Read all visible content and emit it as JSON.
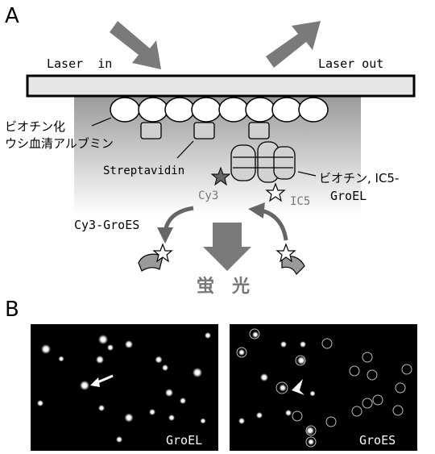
{
  "panel_labels": {
    "a": "A",
    "b": "B"
  },
  "laser": {
    "in_label": "Laser  in",
    "out_label": "Laser out"
  },
  "labels": {
    "bsa_line1": "ビオチン化",
    "bsa_line2": "ウシ血清アルブミン",
    "streptavidin": "Streptavidin",
    "cy3": "Cy3",
    "ic5": "IC5",
    "groel_line1": "ビオチン, IC5-",
    "groel_line2": "GroEL",
    "cy3_groes": "Cy3-GroES",
    "fluorescence": "蛍　光"
  },
  "micrographs": {
    "left_label": "GroEL",
    "right_label": "GroES"
  },
  "colors": {
    "arrow_grey": "#7a7a7a",
    "slide_fill": "#e6e6e6",
    "star_dark": "#666666"
  }
}
